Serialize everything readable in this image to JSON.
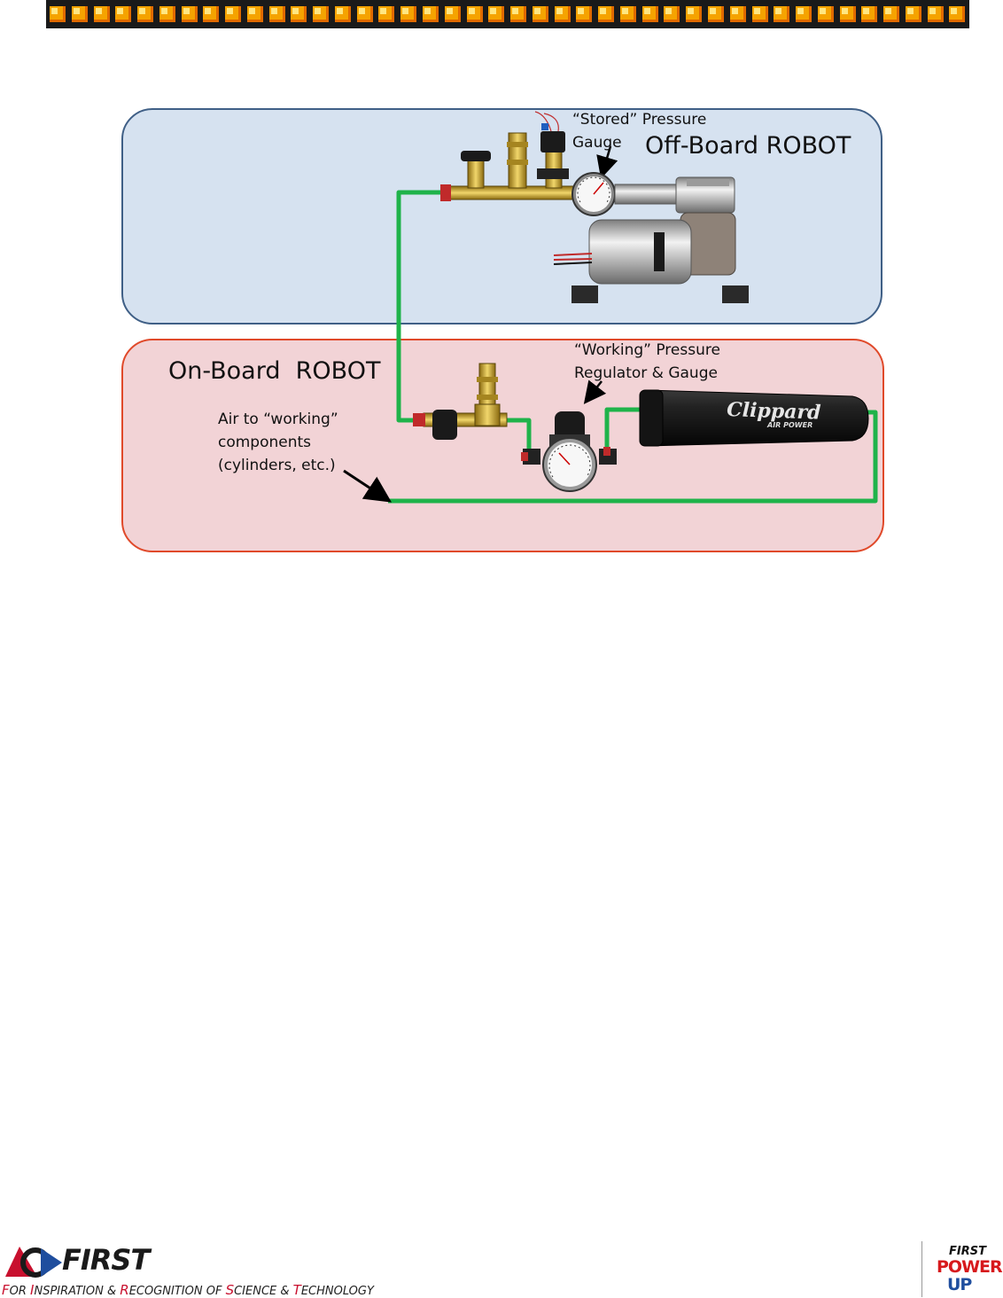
{
  "diagram": {
    "off_board_title": "Off-Board ROBOT",
    "on_board_title": "On-Board  ROBOT",
    "stored_gauge_label": "“Stored” Pressure\nGauge",
    "working_regulator_label": "“Working” Pressure\nRegulator & Gauge",
    "air_to_working_label": "Air to “working”\ncomponents\n(cylinders, etc.)",
    "tank_brand": "Clippard",
    "tank_subtitle": "AIR POWER",
    "colors": {
      "off_board_fill": "#d6e2f0",
      "off_board_border": "#3f5f86",
      "on_board_fill": "#f2d3d6",
      "on_board_border": "#e0492a",
      "tubing": "#1fb34a",
      "brass": "#c9a227"
    }
  },
  "footer": {
    "first_wordmark": "FIRST",
    "tagline_parts": [
      {
        "cap": "F",
        "rest": "OR "
      },
      {
        "cap": "I",
        "rest": "NSPIRATION & "
      },
      {
        "cap": "R",
        "rest": "ECOGNITION OF "
      },
      {
        "cap": "S",
        "rest": "CIENCE & "
      },
      {
        "cap": "T",
        "rest": "ECHNOLOGY"
      }
    ],
    "game_logo": {
      "line1": "FIRST",
      "line2": "POWER",
      "line3": "UP"
    }
  }
}
